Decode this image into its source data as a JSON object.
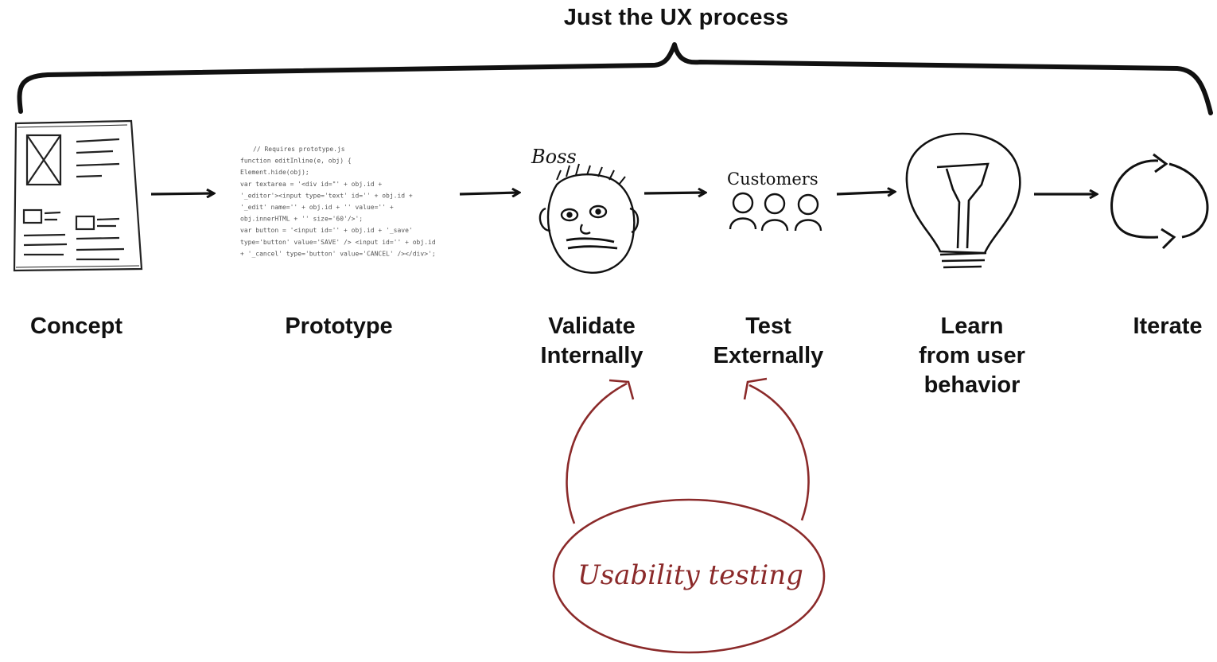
{
  "title": "Just the UX process",
  "steps": [
    {
      "label": "Concept",
      "icon": "wireframe-sketch-icon"
    },
    {
      "label": "Prototype",
      "icon": "code-snippet-icon"
    },
    {
      "label": "Validate\nInternally",
      "icon": "boss-face-icon",
      "sketch_text": "Boss"
    },
    {
      "label": "Test\nExternally",
      "icon": "customers-icon",
      "sketch_text": "Customers"
    },
    {
      "label": "Learn\nfrom user\nbehavior",
      "icon": "lightbulb-icon"
    },
    {
      "label": "Iterate",
      "icon": "cycle-arrows-icon"
    }
  ],
  "prototype_code": [
    "// Requires prototype.js",
    "function editInline(e, obj) {",
    "  Element.hide(obj);",
    "  var textarea = '<div id=\"' + obj.id +",
    "'_editor'><input type='text' id='' + obj.id +",
    "'_edit' name='' + obj.id + '' value='' +",
    "obj.innerHTML + '' size='60'/>';",
    "  var button = '<input id='' + obj.id + '_save'",
    "type='button' value='SAVE' /> <input id='' + obj.id",
    "+ '_cancel' type='button' value='CANCEL' /></div>';"
  ],
  "usability": {
    "label": "Usability testing",
    "color": "#8b2a2a"
  },
  "colors": {
    "ink": "#111111",
    "accent": "#8b2a2a"
  }
}
